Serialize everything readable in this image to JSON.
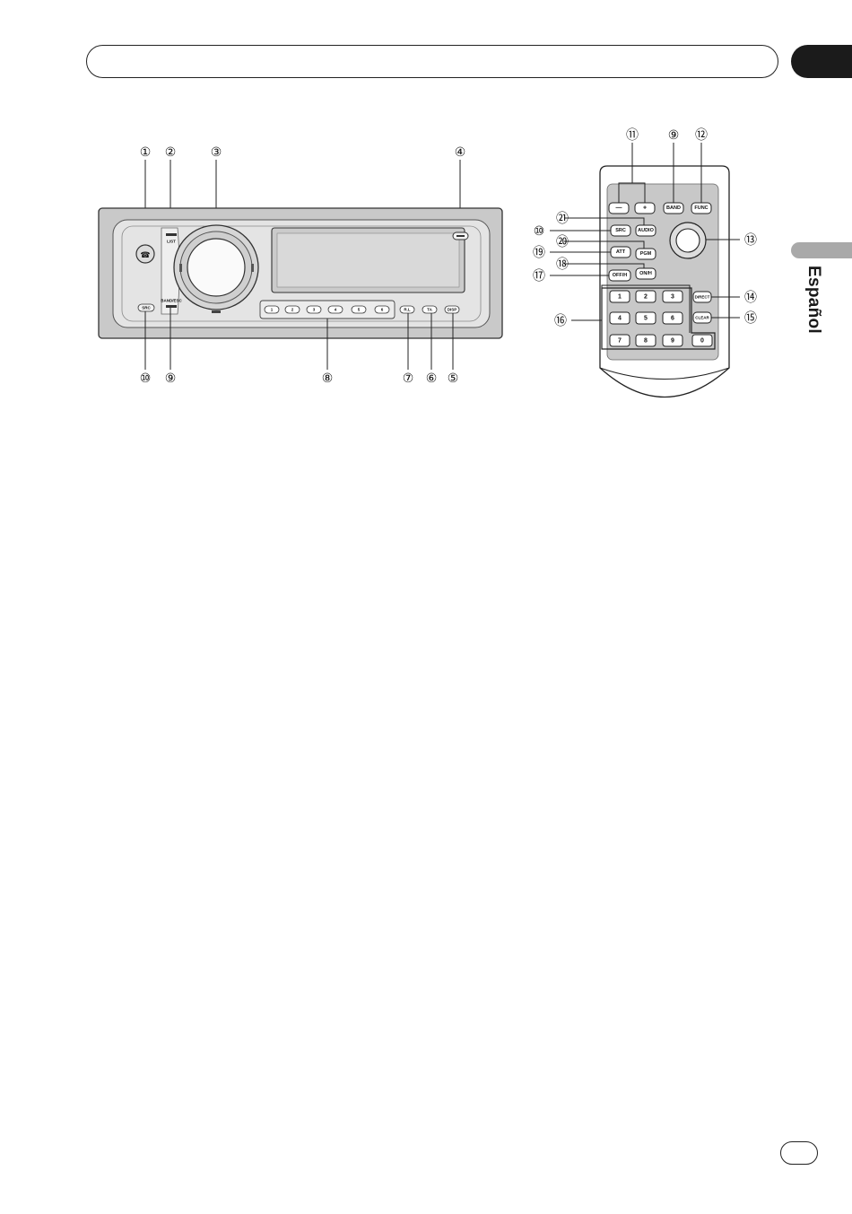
{
  "side_tab": {
    "language": "Español"
  },
  "head_unit": {
    "callouts_top": [
      "①",
      "②",
      "③",
      "④"
    ],
    "callouts_bottom": [
      "⑩",
      "⑨",
      "⑧",
      "⑦",
      "⑥",
      "⑤"
    ],
    "labels": {
      "list": "LIST",
      "band_esc": "BAND/ESC",
      "src": "SRC",
      "preset": [
        "1",
        "2",
        "3",
        "4",
        "5",
        "6"
      ],
      "bottom_right": [
        "R.L",
        "TA",
        "DISP"
      ]
    }
  },
  "remote": {
    "callouts": {
      "c11": "⑪",
      "c9": "⑨",
      "c12": "⑫",
      "c21": "㉑",
      "c10": "⑩",
      "c20": "⑳",
      "c19": "⑲",
      "c18": "⑱",
      "c17": "⑰",
      "c16": "⑯",
      "c13": "⑬",
      "c14": "⑭",
      "c15": "⑮"
    },
    "buttons": {
      "minus": "—",
      "plus": "+",
      "band": "BAND",
      "func": "FUNC",
      "src": "SRC",
      "audio": "AUDIO",
      "att": "ATT",
      "pgm": "PGM",
      "off_h": "OFF/H",
      "on_h": "ON/H",
      "direct": "DIRECT",
      "clear": "CLEAR"
    },
    "keypad": [
      "1",
      "2",
      "3",
      "4",
      "5",
      "6",
      "7",
      "8",
      "9",
      "0"
    ]
  },
  "colors": {
    "ink": "#1a1a1a",
    "tab_dark": "#1b1b1b",
    "tab_grey": "#a9a9a9",
    "panel_grey": "#c8c8c8"
  }
}
